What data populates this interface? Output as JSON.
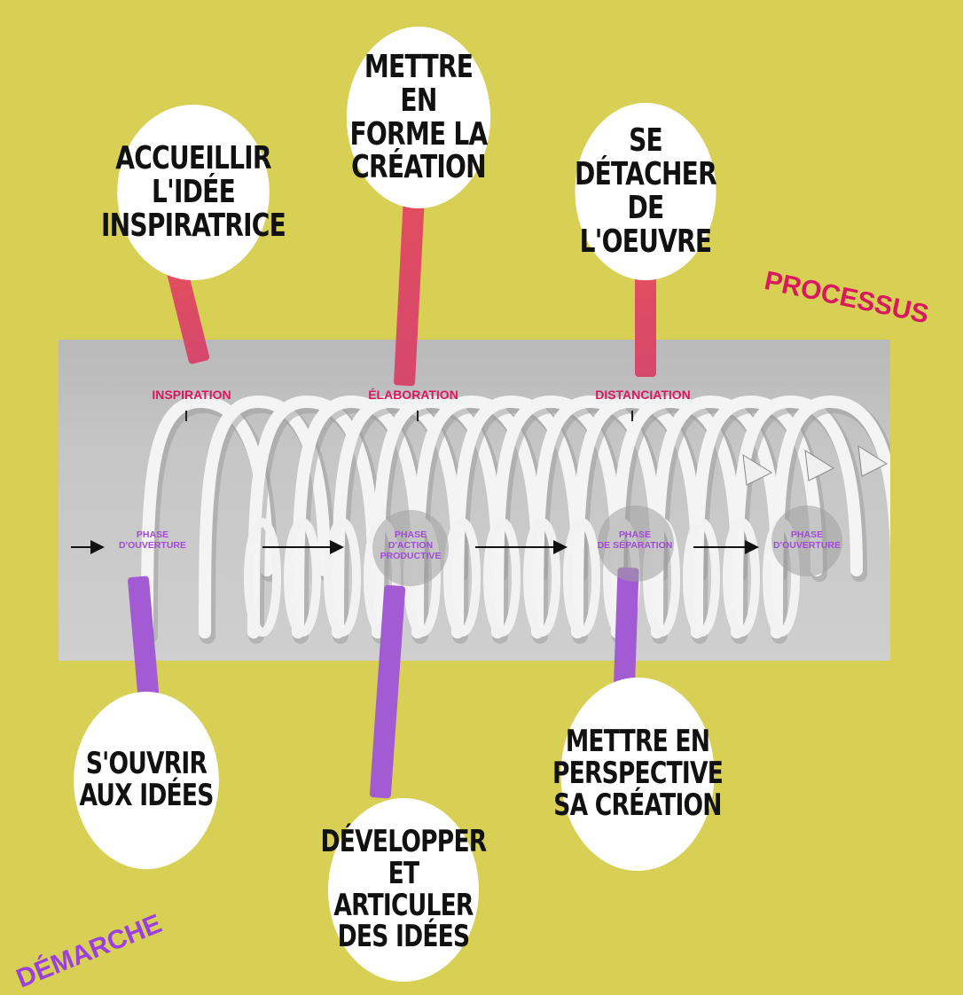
{
  "bubbles_top": [
    {
      "text": "ACCUEILLIR\nL'IDÉE\nINSPIRATRICE"
    },
    {
      "text": "METTRE EN\nFORME LA\nCRÉATION"
    },
    {
      "text": "SE\nDÉTACHER\nDE L'OEUVRE"
    }
  ],
  "bubbles_bottom": [
    {
      "text": "S'OUVRIR\nAUX IDÉES"
    },
    {
      "text": "DÉVELOPPER\nET ARTICULER\nDES IDÉES"
    },
    {
      "text": "METTRE EN\nPERSPECTIVE\nSA CRÉATION"
    }
  ],
  "stages": [
    "INSPIRATION",
    "ÉLABORATION",
    "DISTANCIATION"
  ],
  "phases": [
    "PHASE\nD'OUVERTURE",
    "PHASE\nD'ACTION\nPRODUCTIVE",
    "PHASE\nDE SÉPARATION",
    "PHASE\nD'OUVERTURE"
  ],
  "labels": {
    "processus": "PROCESSUS",
    "demarche": "DÉMARCHE"
  },
  "colors": {
    "background": "#d8cf55",
    "processus": "#d8195e",
    "demarche": "#9b3fe0",
    "panel": "#c4c4c4"
  }
}
